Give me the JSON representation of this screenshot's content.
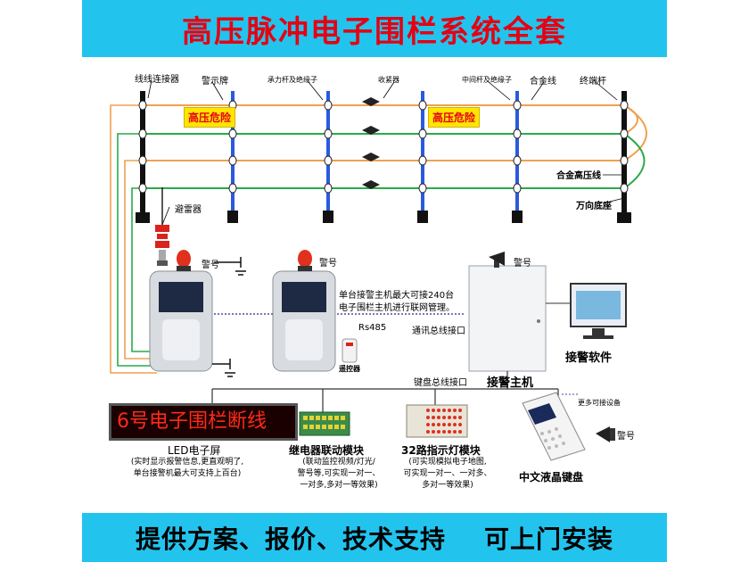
{
  "title": "高压脉冲电子围栏系统全套",
  "footer": "提供方案、报价、技术支持    可上门安装",
  "labels": {
    "line_connector": "线线连接器",
    "warning_sign": "警示牌",
    "bearing_pole": "承力杆及绝缘子",
    "tensioner": "收紧器",
    "middle_pole": "中间杆及绝缘子",
    "alloy_wire": "合金线",
    "terminal_pole": "终端杆",
    "alloy_hv_wire": "合金高压线",
    "universal_base": "万向底座",
    "lightning_arrester": "避雷器",
    "alarm": "警号",
    "remote": "遥控器",
    "rs485": "Rs485",
    "comm_bus": "通讯总线接口",
    "network_note_1": "单台接警主机最大可接240台",
    "network_note_2": "电子围栏主机进行联网管理。",
    "alarm_host": "接警主机",
    "alarm_software": "接警软件",
    "keyboard_bus": "键盘总线接口",
    "more_devices": "更多可接设备",
    "led_screen": "LED电子屏",
    "relay_module": "继电器联动模块",
    "indicator_module": "32路指示灯模块",
    "lcd_keyboard": "中文液晶键盘"
  },
  "warning_text": "高压危险",
  "led_text": "6号电子围栏断线",
  "led_desc": [
    "(实时显示报警信息,更直观明了,",
    "单台接警机最大可支持上百台)"
  ],
  "relay_desc": [
    "(联动监控视频/灯光/",
    "警号等,可实现一对一、",
    "一对多,多对一等效果)"
  ],
  "indicator_desc": [
    "(可实现模拟电子地图,",
    "可实现一对一、一对多、",
    "多对一等效果)"
  ],
  "colors": {
    "banner": "#22c4ee",
    "title": "#e60012",
    "wire_orange": "#f0a050",
    "wire_green": "#2aaa4a",
    "pole_blue": "#2a5adf",
    "pole_dark": "#111111"
  }
}
